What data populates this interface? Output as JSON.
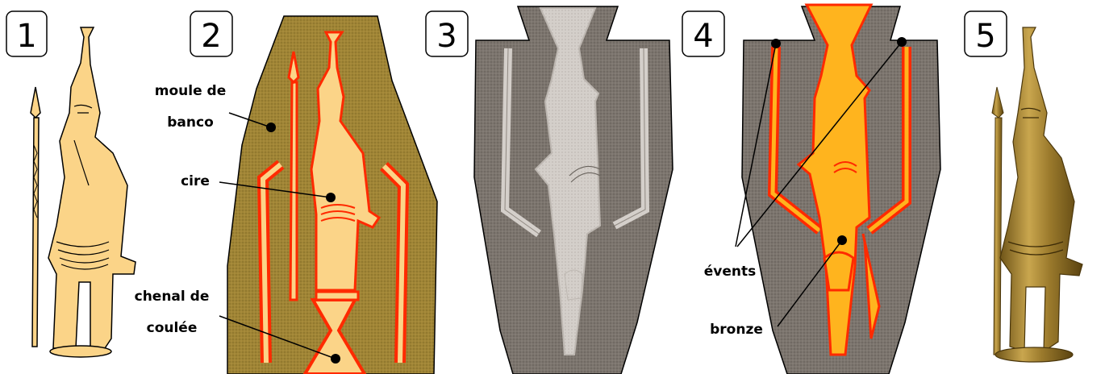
{
  "steps": {
    "s1": "1",
    "s2": "2",
    "s3": "3",
    "s4": "4",
    "s5": "5"
  },
  "labels": {
    "moule_line1": "moule de",
    "moule_line2": "banco",
    "cire": "cire",
    "chenal_line1": "chenal de",
    "chenal_line2": "coulée",
    "events": "évents",
    "bronze": "bronze"
  },
  "colors": {
    "wax": "#fbd488",
    "mold_clay": "#9c7f33",
    "mold_fired": "#7a736c",
    "bronze_fill": "#ffb41e",
    "outline_red": "#ff2a00",
    "cavity": "#cfcac5",
    "photo_bronze": "#b18d3a"
  }
}
